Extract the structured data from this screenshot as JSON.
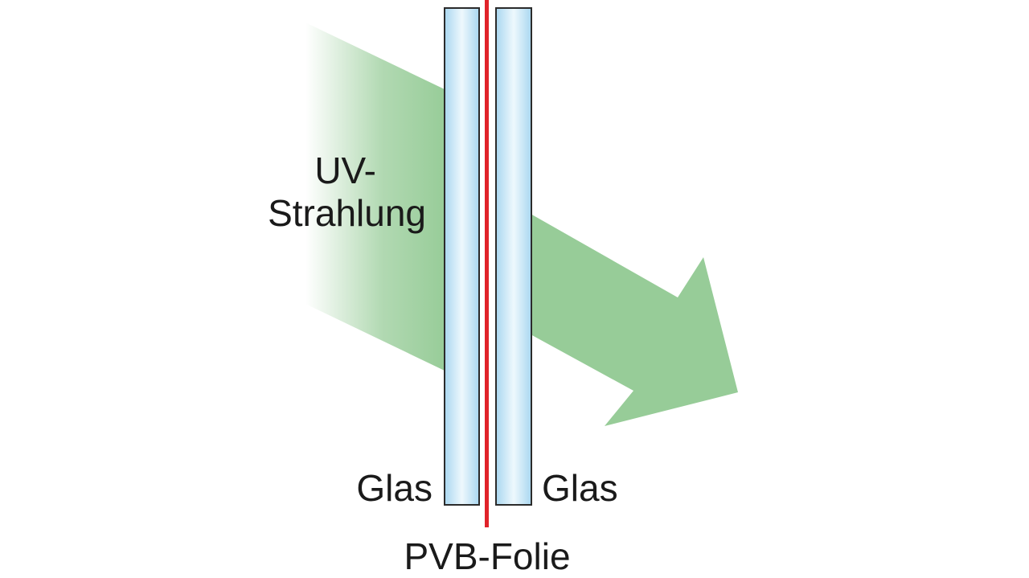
{
  "labels": {
    "radiation_line1": "UV-",
    "radiation_line2": "Strahlung",
    "glass_left": "Glas",
    "glass_right": "Glas",
    "interlayer": "PVB-Folie"
  },
  "colors": {
    "beam": "#97cc98",
    "glass_fill_edge": "#a9d7f0",
    "glass_fill_center": "#eef8fd",
    "glass_stroke": "#2b2b2b",
    "interlayer": "#e0222a",
    "text": "#1a1a1a",
    "background": "#ffffff"
  }
}
